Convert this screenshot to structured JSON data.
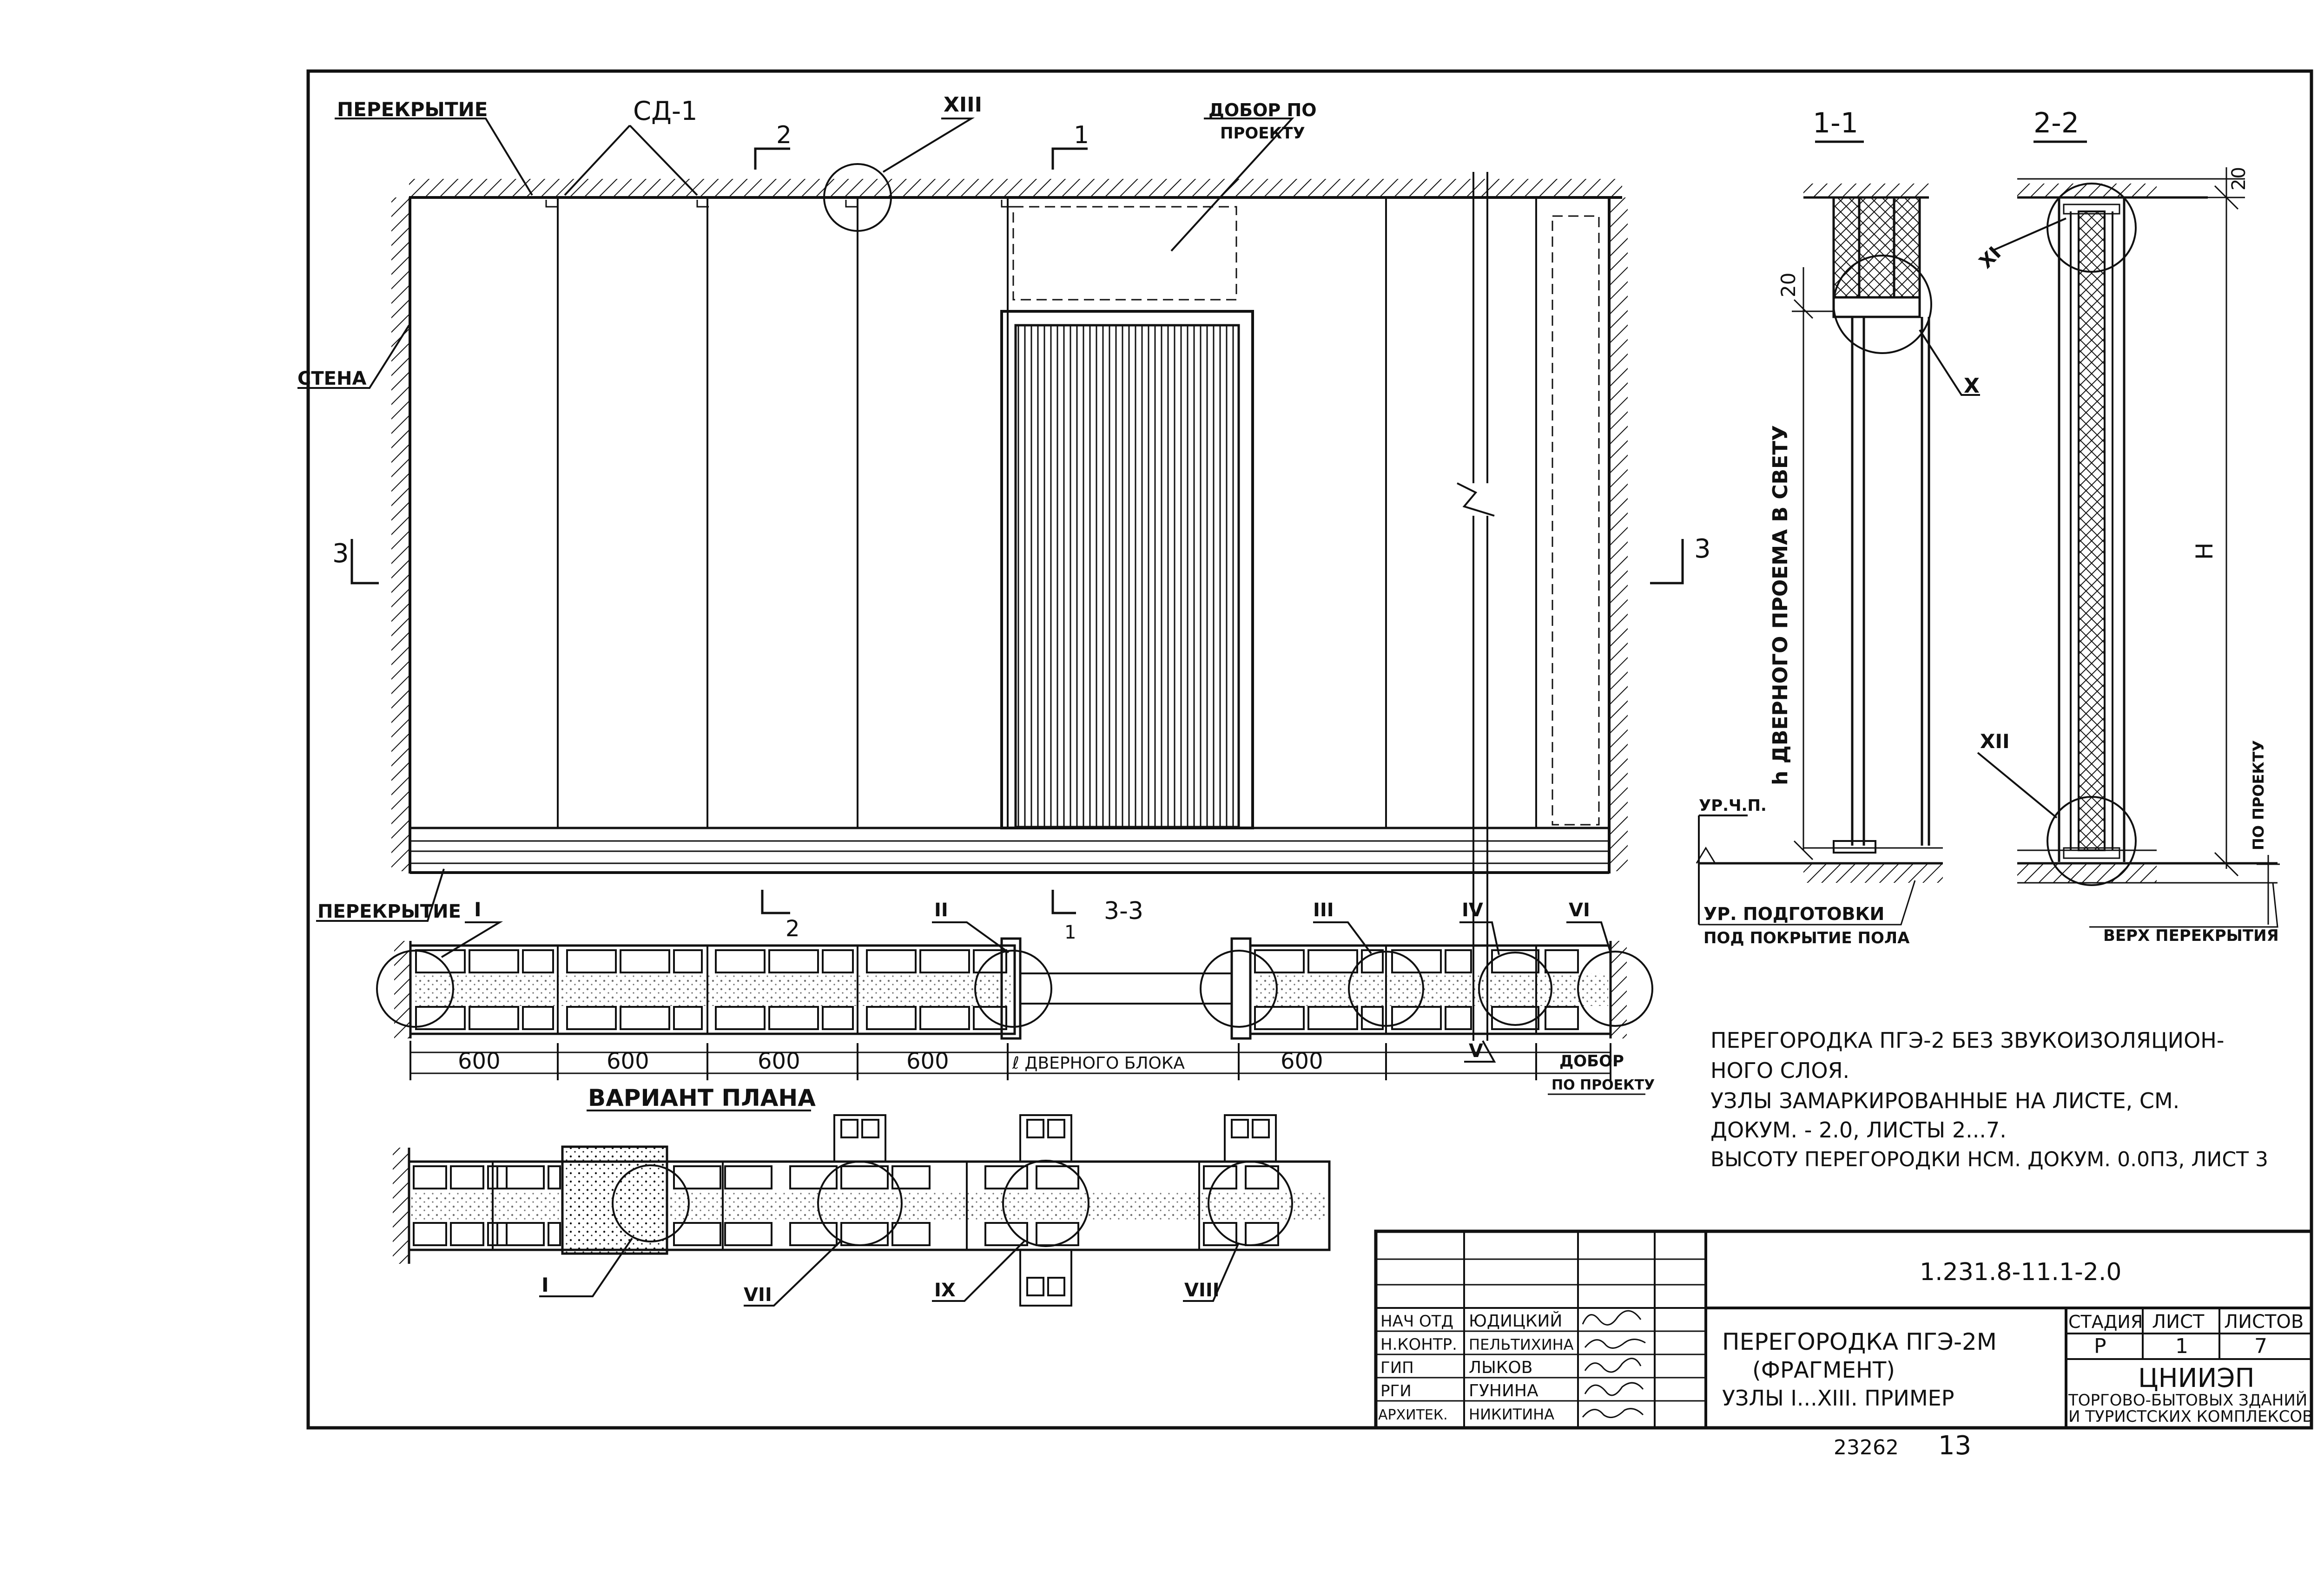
{
  "labels": {
    "perekrytie_top": "ПЕРЕКРЫТИЕ",
    "perekrytie_bottom": "ПЕРЕКРЫТИЕ",
    "stena": "СТЕНА",
    "sd1": "СД-1",
    "node_xiii_top": "XIII",
    "dobor_po_proektu_1": "ДОБОР ПО",
    "dobor_po_proektu_2": "ПРОЕКТУ",
    "section_2_top": "2",
    "section_1_top": "1",
    "section_3_left": "3",
    "section_3_right": "3",
    "section_2_bottom": "2",
    "section_1_bottom": "1",
    "section_33": "3-3"
  },
  "plan": {
    "dims": [
      "600",
      "600",
      "600",
      "600",
      "ℓ ДВЕРНОГО БЛОКА",
      "600"
    ],
    "dobor_1": "ДОБОР",
    "dobor_2": "ПО ПРОЕКТУ",
    "nodes": [
      "I",
      "II",
      "III",
      "IV",
      "V",
      "VI"
    ],
    "variant_title": "ВАРИАНТ ПЛАНА",
    "variant_nodes": [
      "I",
      "VII",
      "IX",
      "VIII"
    ]
  },
  "section11": {
    "title": "1-1",
    "dim_20": "20",
    "height_label": "h ДВЕРНОГО ПРОЕМА В СВЕТУ",
    "level_label": "УР.Ч.П.",
    "node_x": "X",
    "base_label_1": "УР. ПОДГОТОВКИ",
    "base_label_2": "ПОД ПОКРЫТИЕ ПОЛА"
  },
  "section22": {
    "title": "2-2",
    "dim_20": "20",
    "node_xi": "XI",
    "node_xii": "XII",
    "height_label": "H",
    "po_proektu": "ПО ПРОЕКТУ",
    "top_label": "ВЕРХ ПЕРЕКРЫТИЯ"
  },
  "notes": [
    "ПЕРЕГОРОДКА ПГЭ-2 БЕЗ ЗВУКОИЗОЛЯЦИОН-",
    "НОГО СЛОЯ.",
    "УЗЛЫ ЗАМАРКИРОВАННЫЕ НА ЛИСТЕ, СМ.",
    "ДОКУМ. - 2.0, ЛИСТЫ 2...7.",
    "ВЫСОТУ ПЕРЕГОРОДКИ НСМ. ДОКУМ. 0.0ПЗ, ЛИСТ 3"
  ],
  "title_block": {
    "doc_code": "1.231.8-11.1-2.0",
    "roles": [
      "НАЧ ОТД",
      "Н.КОНТР.",
      "ГИП",
      "РГИ",
      "АРХИТЕК."
    ],
    "names": [
      "ЮДИЦКИЙ",
      "ПЕЛЬТИХИНА",
      "ЛЫКОВ",
      "ГУНИНА",
      "НИКИТИНА"
    ],
    "title_lines": [
      "ПЕРЕГОРОДКА ПГЭ-2М",
      "(ФРАГМЕНТ)",
      "УЗЛЫ I...XIII. ПРИМЕР"
    ],
    "stage_header": "СТАДИЯ",
    "sheet_header": "ЛИСТ",
    "sheets_header": "ЛИСТОВ",
    "stage": "Р",
    "sheet": "1",
    "sheets": "7",
    "org_name": "ЦНИИЭП",
    "org_line1": "ТОРГОВО-БЫТОВЫХ ЗДАНИЙ",
    "org_line2": "И ТУРИСТСКИХ КОМПЛЕКСОВ"
  },
  "footer": {
    "archive": "23262",
    "page": "13"
  }
}
